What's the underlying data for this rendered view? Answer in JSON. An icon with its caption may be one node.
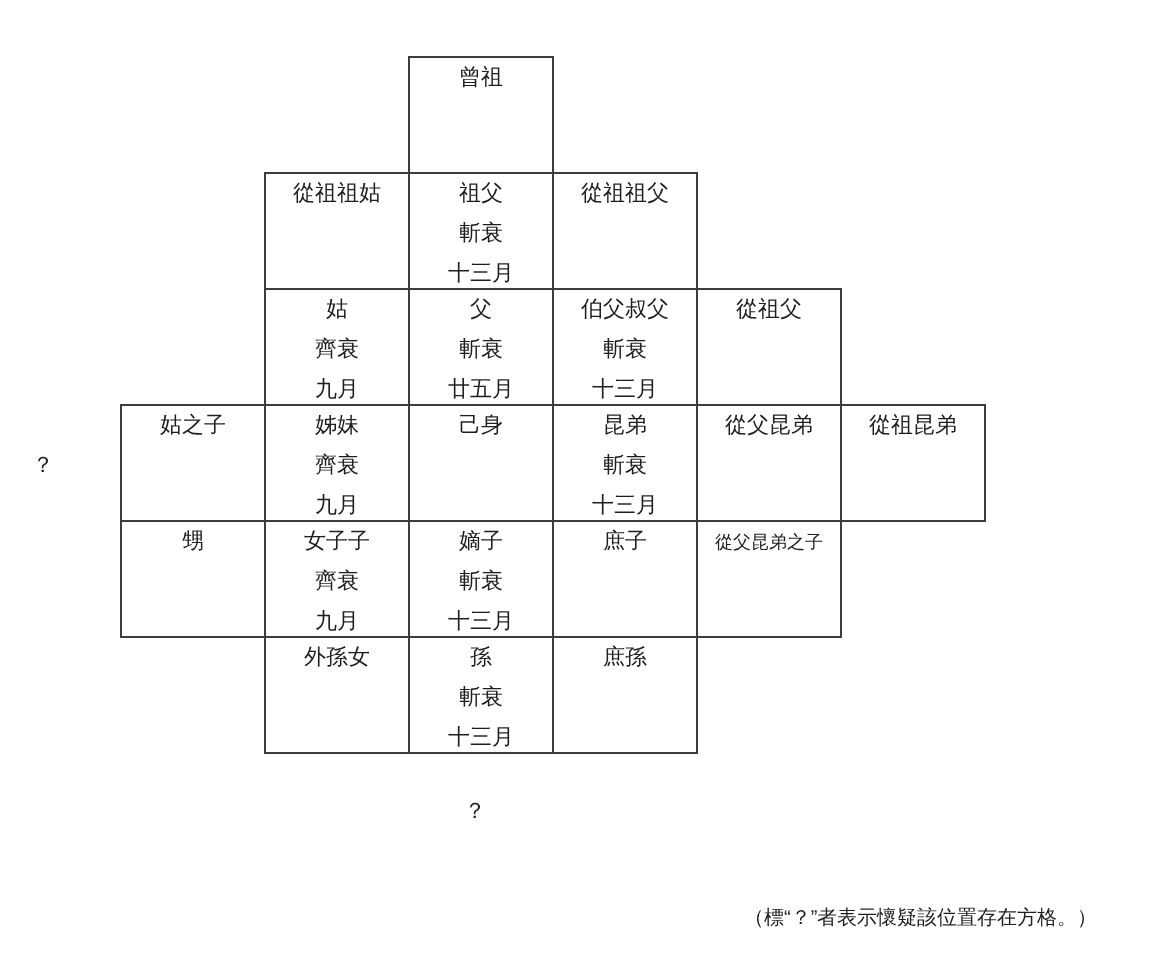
{
  "diagram": {
    "nodes": [
      {
        "text": [
          "曾祖"
        ]
      },
      {
        "text": [
          "從祖祖姑"
        ]
      },
      {
        "text": [
          "祖父",
          "斬衰",
          "十三月"
        ]
      },
      {
        "text": [
          "從祖祖父"
        ]
      },
      {
        "text": [
          "姑",
          "齊衰",
          "九月"
        ]
      },
      {
        "text": [
          "父",
          "斬衰",
          "廿五月"
        ]
      },
      {
        "text": [
          "伯父叔父",
          "斬衰",
          "十三月"
        ]
      },
      {
        "text": [
          "從祖父"
        ]
      },
      {
        "text": [
          "姑之子"
        ]
      },
      {
        "text": [
          "姊妹",
          "齊衰",
          "九月"
        ]
      },
      {
        "text": [
          "己身"
        ]
      },
      {
        "text": [
          "昆弟",
          "斬衰",
          "十三月"
        ]
      },
      {
        "text": [
          "從父昆弟"
        ]
      },
      {
        "text": [
          "從祖昆弟"
        ]
      },
      {
        "text": [
          "甥"
        ]
      },
      {
        "text": [
          "女子子",
          "齊衰",
          "九月"
        ]
      },
      {
        "text": [
          "嫡子",
          "斬衰",
          "十三月"
        ]
      },
      {
        "text": [
          "庶子"
        ]
      },
      {
        "text": [
          "從父昆弟之子"
        ]
      },
      {
        "text": [
          "外孫女"
        ]
      },
      {
        "text": [
          "孫",
          "斬衰",
          "十三月"
        ]
      },
      {
        "text": [
          "庶孫"
        ]
      }
    ],
    "labels": [
      "？",
      "？",
      "（標“？”者表示懷疑該位置存在方格。）"
    ]
  }
}
